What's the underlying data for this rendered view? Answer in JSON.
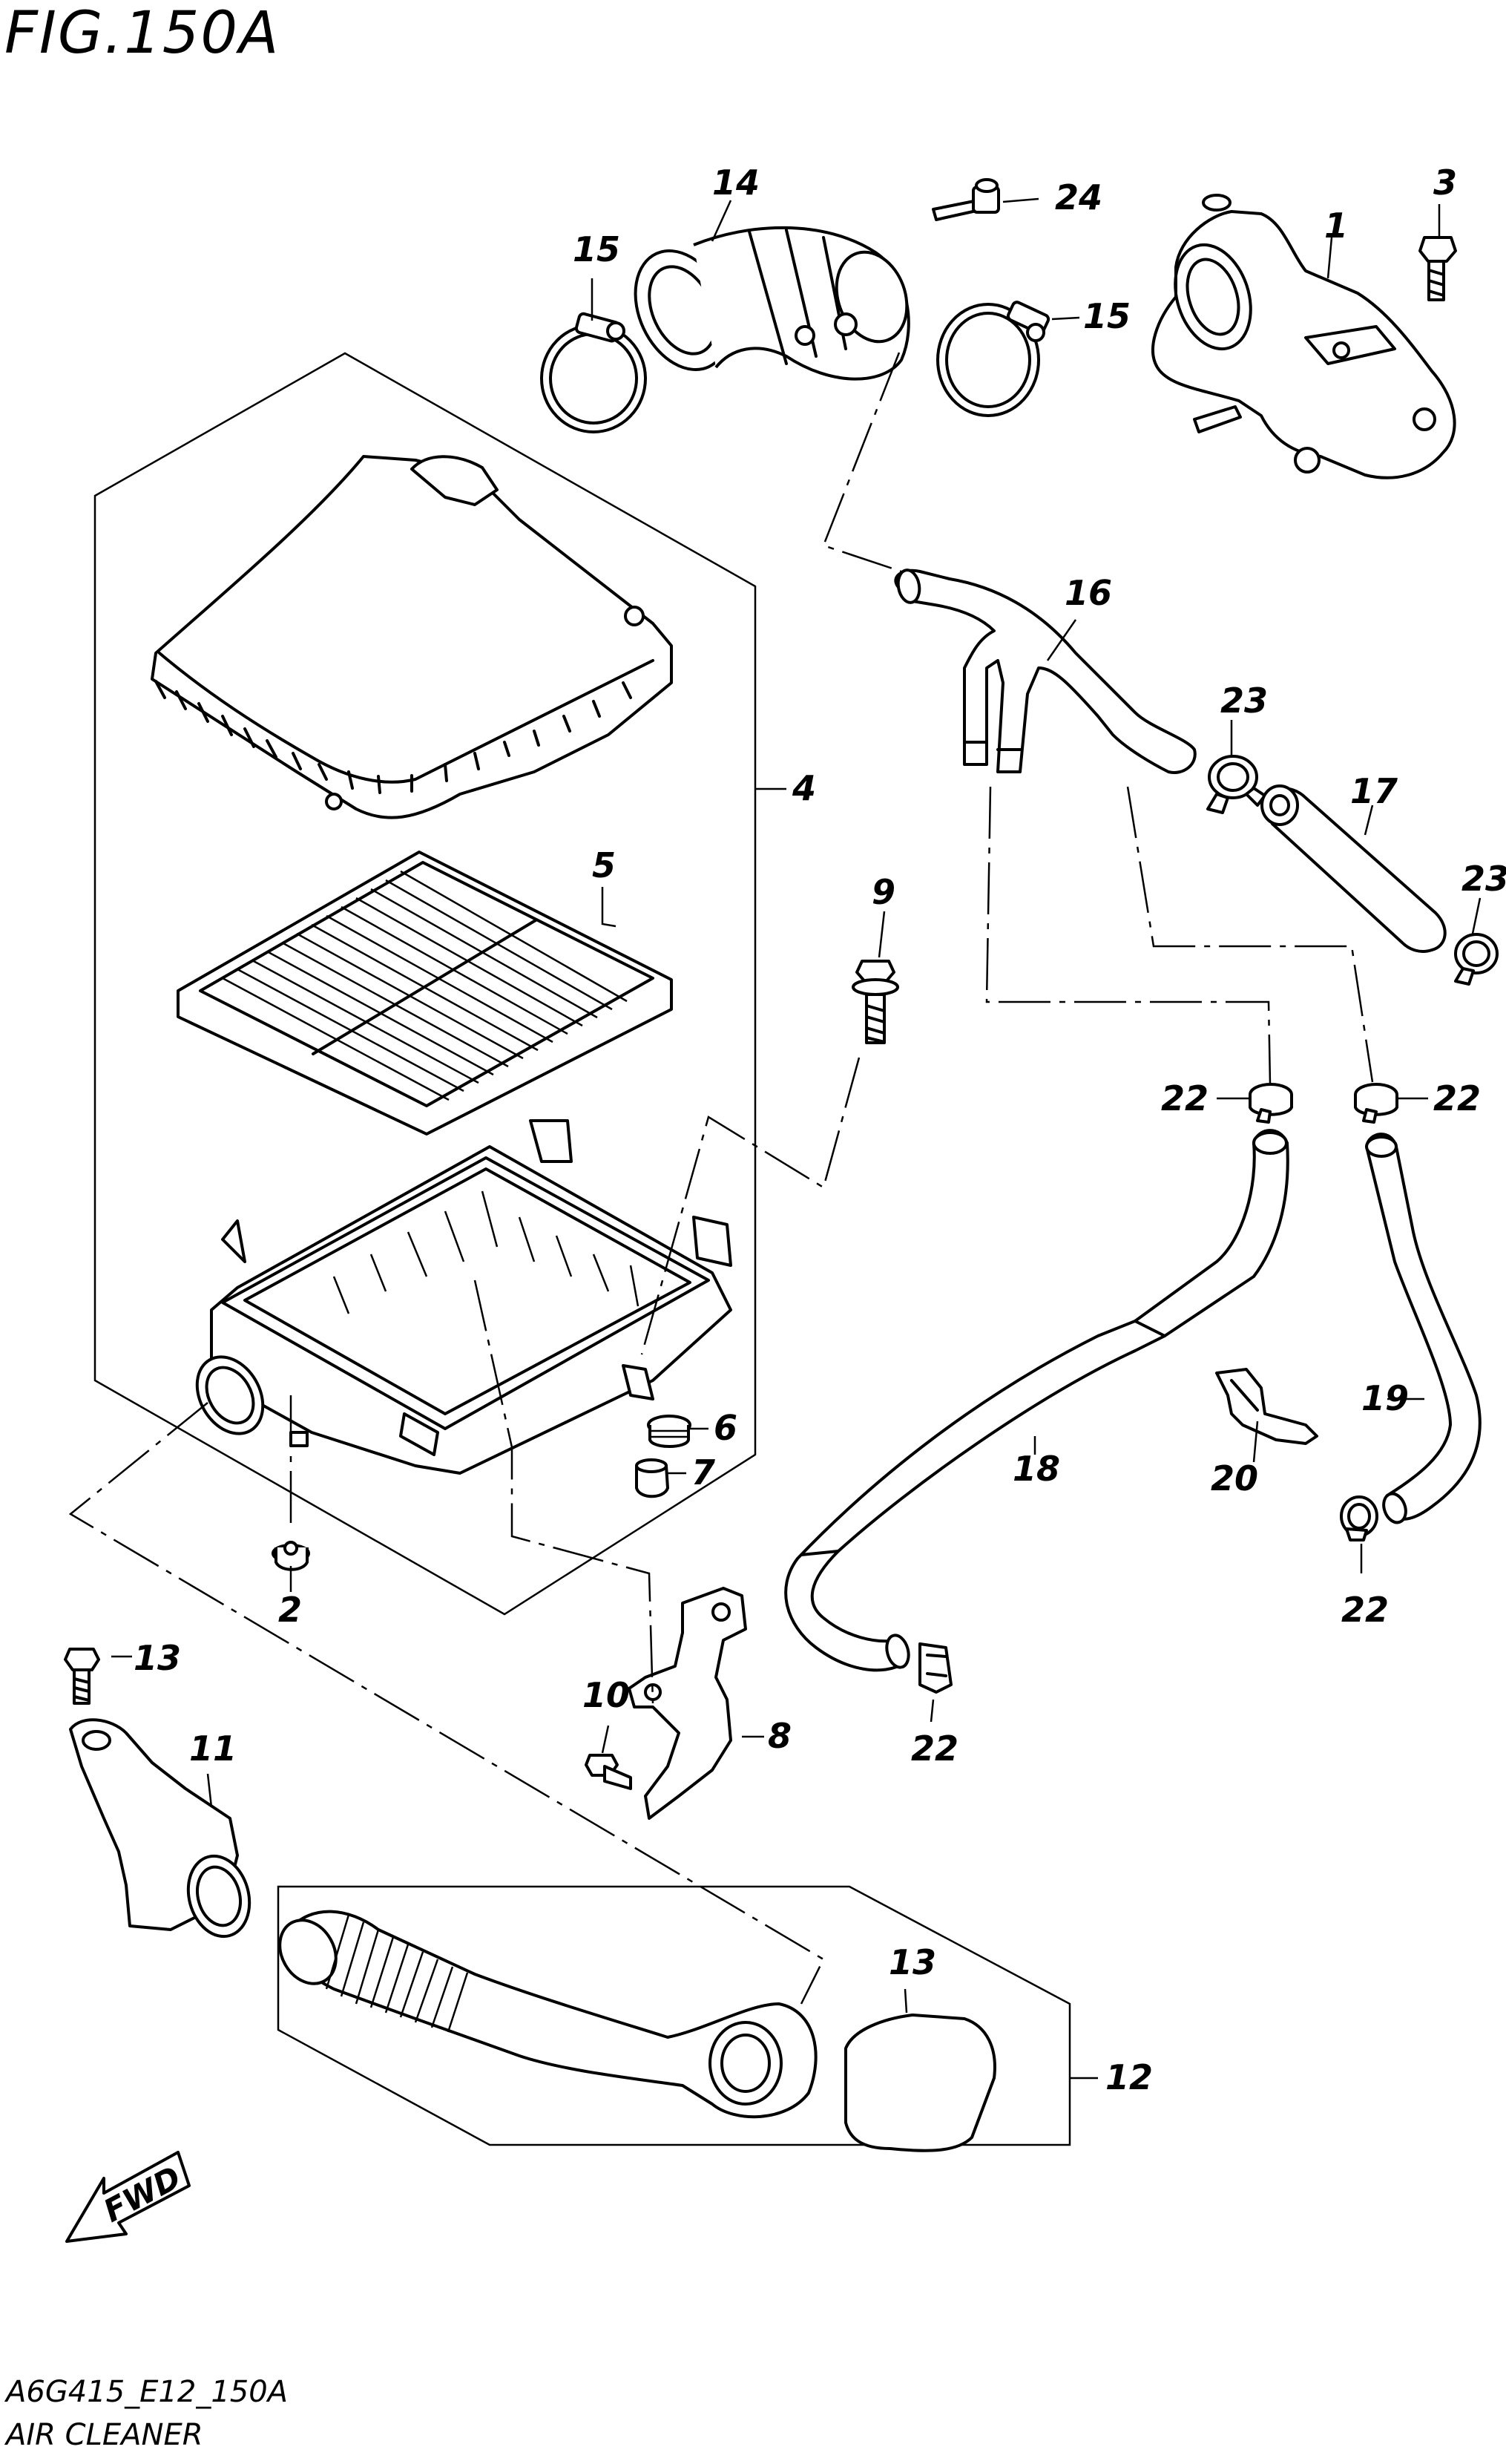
{
  "figure": {
    "title": "FIG.150A",
    "drawing_code": "A6G415_E12_150A",
    "section_name": "AIR CLEANER",
    "fwd_label": "FWD"
  },
  "callouts": [
    {
      "id": "c1",
      "label": "1"
    },
    {
      "id": "c2",
      "label": "2"
    },
    {
      "id": "c3",
      "label": "3"
    },
    {
      "id": "c4",
      "label": "4"
    },
    {
      "id": "c5",
      "label": "5"
    },
    {
      "id": "c6",
      "label": "6"
    },
    {
      "id": "c7",
      "label": "7"
    },
    {
      "id": "c8",
      "label": "8"
    },
    {
      "id": "c9",
      "label": "9"
    },
    {
      "id": "c10",
      "label": "10"
    },
    {
      "id": "c11",
      "label": "11"
    },
    {
      "id": "c12",
      "label": "12"
    },
    {
      "id": "c13",
      "label": "13"
    },
    {
      "id": "c14",
      "label": "14"
    },
    {
      "id": "c15a",
      "label": "15"
    },
    {
      "id": "c15b",
      "label": "15"
    },
    {
      "id": "c16",
      "label": "16"
    },
    {
      "id": "c17",
      "label": "17"
    },
    {
      "id": "c18",
      "label": "18"
    },
    {
      "id": "c19",
      "label": "19"
    },
    {
      "id": "c20",
      "label": "20"
    },
    {
      "id": "c21",
      "label": "21"
    },
    {
      "id": "c22a",
      "label": "22"
    },
    {
      "id": "c22b",
      "label": "22"
    },
    {
      "id": "c22c",
      "label": "22"
    },
    {
      "id": "c22d",
      "label": "22"
    },
    {
      "id": "c23a",
      "label": "23"
    },
    {
      "id": "c23b",
      "label": "23"
    },
    {
      "id": "c24",
      "label": "24"
    }
  ]
}
